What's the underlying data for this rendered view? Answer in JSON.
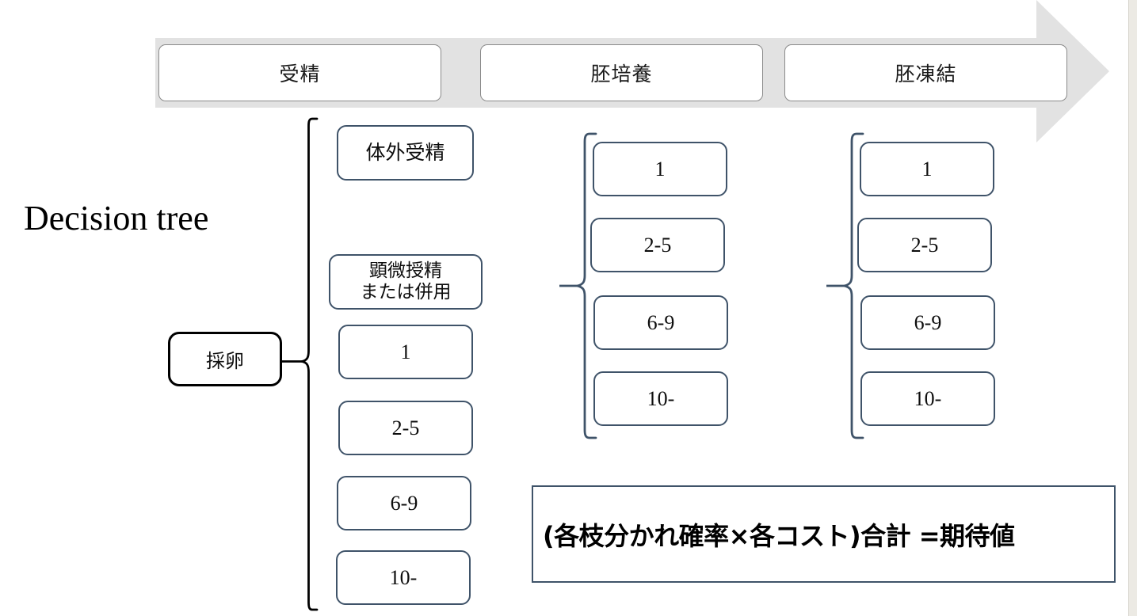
{
  "slide": {
    "title": "Decision tree"
  },
  "process_banner": {
    "phases": [
      {
        "label": "受精"
      },
      {
        "label": "胚培養"
      },
      {
        "label": "胚凍結"
      }
    ],
    "arrow_fill": "#e2e2e2",
    "phase_border": "#8a8a8a"
  },
  "tree": {
    "accent": "#3f5369",
    "root": {
      "label": "採卵"
    },
    "columns": [
      {
        "name": "fertilization-options",
        "nodes": [
          {
            "label": "体外受精",
            "type": "jp"
          },
          {
            "label_line1": "顕微授精",
            "label_line2": "または併用",
            "type": "jp-two-line"
          },
          {
            "label": "1",
            "type": "num"
          },
          {
            "label": "2-5",
            "type": "num"
          },
          {
            "label": "6-9",
            "type": "num"
          },
          {
            "label": "10-",
            "type": "num"
          }
        ]
      },
      {
        "name": "embryo-culture-counts",
        "nodes": [
          {
            "label": "1",
            "type": "num"
          },
          {
            "label": "2-5",
            "type": "num"
          },
          {
            "label": "6-9",
            "type": "num"
          },
          {
            "label": "10-",
            "type": "num"
          }
        ]
      },
      {
        "name": "embryo-freeze-counts",
        "nodes": [
          {
            "label": "1",
            "type": "num"
          },
          {
            "label": "2-5",
            "type": "num"
          },
          {
            "label": "6-9",
            "type": "num"
          },
          {
            "label": "10-",
            "type": "num"
          }
        ]
      }
    ]
  },
  "formula": {
    "text": "(各枝分かれ確率×各コスト)合計 =期待値"
  }
}
